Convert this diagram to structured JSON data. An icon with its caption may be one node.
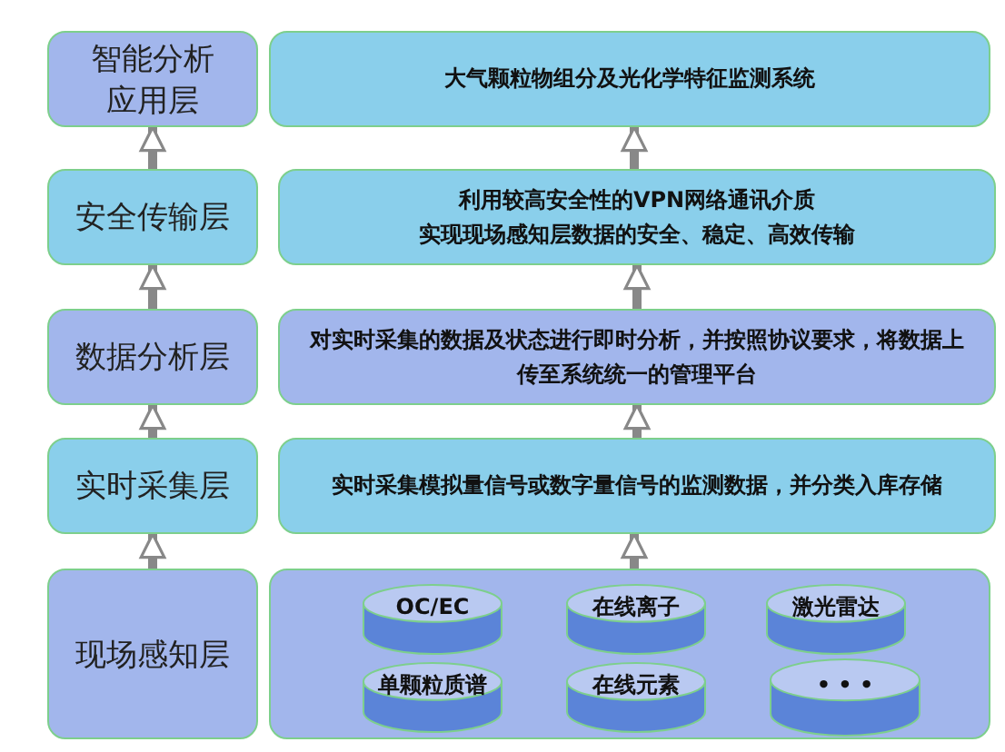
{
  "diagram": {
    "nodes": [
      {
        "text": [
          "智能分析应用层"
        ]
      },
      {
        "text": [
          "大气颗粒物组分及光化学特征监测系统"
        ]
      },
      {
        "text": [
          "安全传输层"
        ]
      },
      {
        "text": [
          "利用较高安全性的VPN网络通讯介质",
          "实现现场感知层数据的安全、稳定、高效传输"
        ]
      },
      {
        "text": [
          "数据分析层"
        ]
      },
      {
        "text": [
          "对实时采集的数据及状态进行即时分析，并按照协议要求，将数据上传至系统统一的管理平台"
        ]
      },
      {
        "text": [
          "实时采集层"
        ]
      },
      {
        "text": [
          "实时采集模拟量信号或数字量信号的监测数据，并分类入库存储"
        ]
      },
      {
        "text": [
          "现场感知层"
        ]
      },
      {
        "text": [],
        "shape": "box"
      },
      {
        "text": [
          "OC/EC"
        ],
        "in": 9
      },
      {
        "text": [
          "在线离子"
        ],
        "in": 9
      },
      {
        "text": [
          "激光雷达"
        ],
        "in": 9
      },
      {
        "text": [
          "单颗粒质谱"
        ],
        "in": 9
      },
      {
        "text": [
          "在线元素"
        ],
        "in": 9
      },
      {
        "text": [
          "• • •"
        ],
        "in": 9
      }
    ],
    "edges": [
      {
        "from": 2,
        "to": 0,
        "arrow": "to"
      },
      {
        "from": 3,
        "to": 1,
        "arrow": "to"
      },
      {
        "from": 4,
        "to": 2,
        "arrow": "to"
      },
      {
        "from": 5,
        "to": 3,
        "arrow": "to"
      },
      {
        "from": 6,
        "to": 4,
        "arrow": "to"
      },
      {
        "from": 7,
        "to": 5,
        "arrow": "to"
      },
      {
        "from": 8,
        "to": 6,
        "arrow": "to"
      },
      {
        "from": 9,
        "to": 7,
        "arrow": "to"
      }
    ]
  }
}
